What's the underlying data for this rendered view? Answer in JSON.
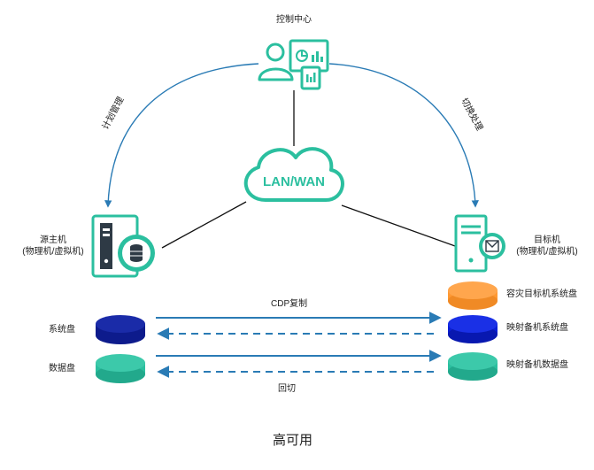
{
  "control_center": {
    "label": "控制中心"
  },
  "network": {
    "label": "LAN/WAN"
  },
  "source_host": {
    "title": "源主机",
    "subtitle": "(物理机/虚拟机)"
  },
  "target_host": {
    "title": "目标机",
    "subtitle": "(物理机/虚拟机)"
  },
  "edges": {
    "plan_management": "计划管理",
    "switch_handling": "切换处理",
    "cdp_replication": "CDP复制",
    "failback": "回切"
  },
  "disks": {
    "source_system": "系统盘",
    "source_data": "数据盘",
    "target_standby_system": "容灾目标机系统盘",
    "mapped_system": "映射备机系统盘",
    "mapped_data": "映射备机数据盘"
  },
  "caption": "高可用",
  "colors": {
    "teal": "#2bbf9f",
    "arrow_blue": "#2a7bb5",
    "navy_disk": "#0d1b8c",
    "blue_disk": "#0a1fd6",
    "orange_disk": "#ff9933"
  }
}
